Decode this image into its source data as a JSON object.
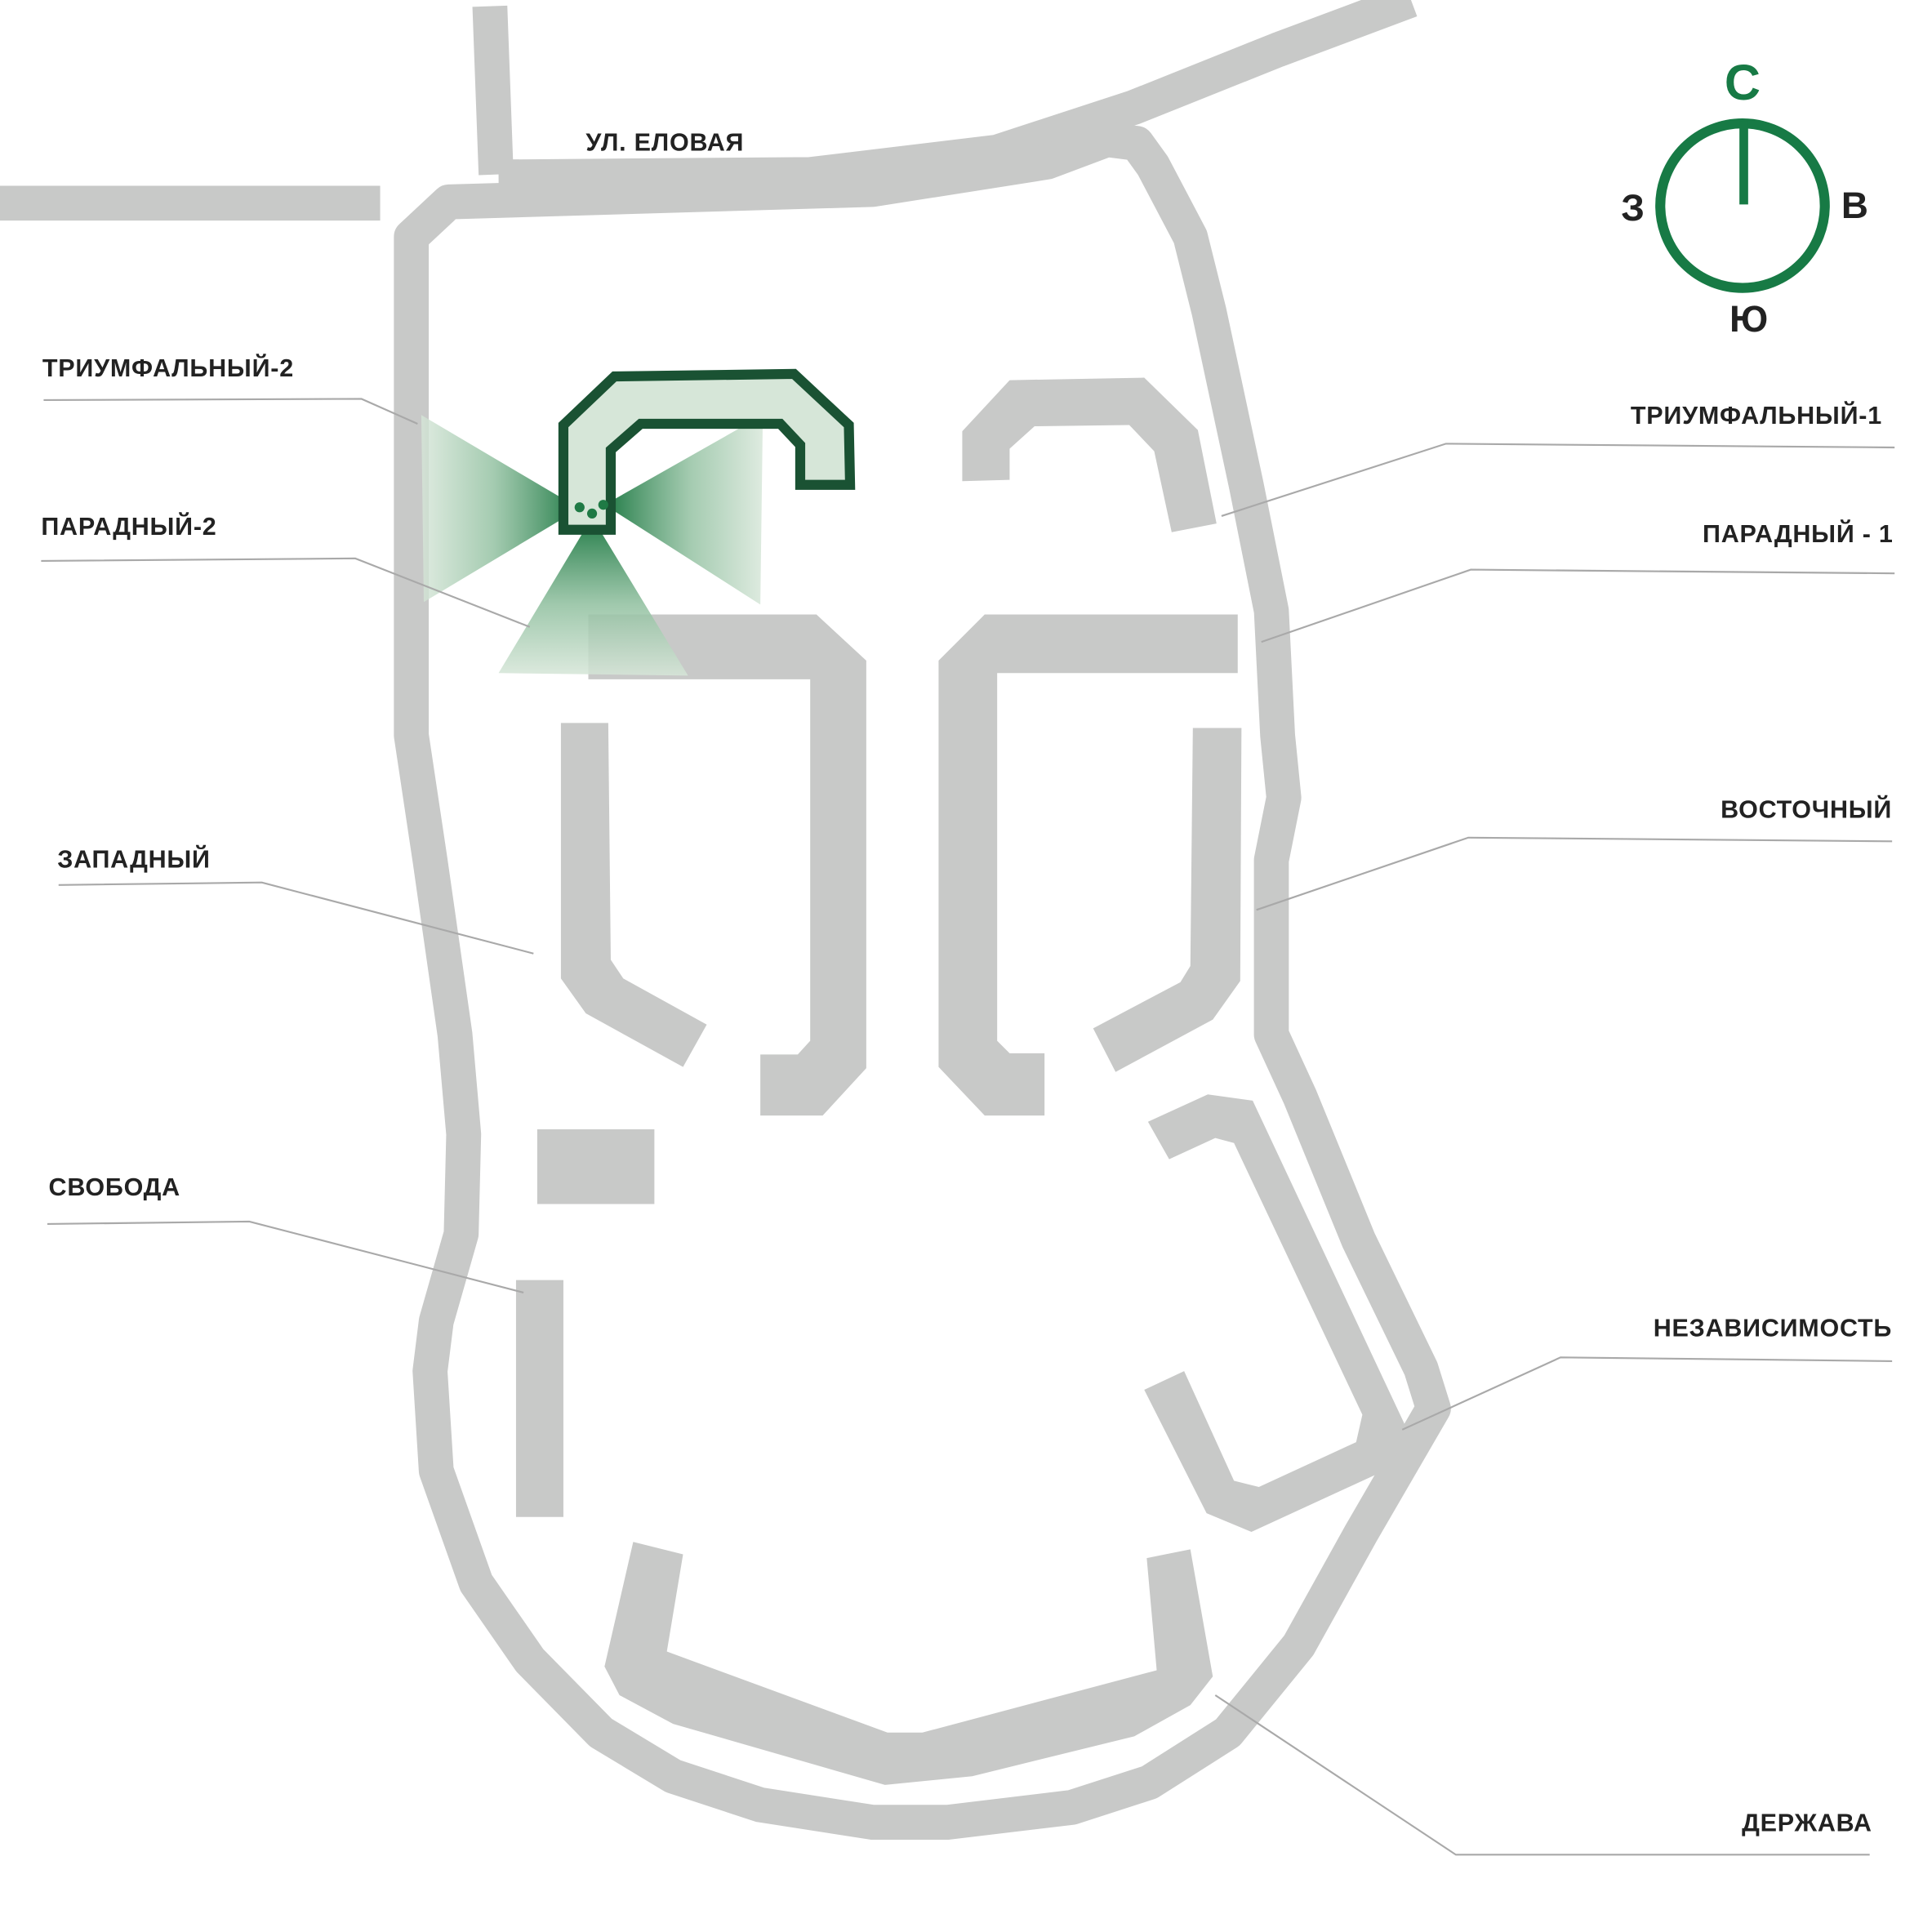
{
  "street": {
    "name": "УЛ. ЕЛОВАЯ"
  },
  "compass": {
    "north": "С",
    "south": "Ю",
    "west": "З",
    "east": "В",
    "color": "#177a45"
  },
  "colors": {
    "buildings": "#c8c9c8",
    "highlight_stroke": "#1a5233",
    "highlight_fill": "#d6e6d8",
    "leader": "#a9a9a9"
  },
  "labels": {
    "triumfalny2": "ТРИУМФАЛЬНЫЙ-2",
    "paradny2": "ПАРАДНЫЙ-2",
    "zapadny": "ЗАПАДНЫЙ",
    "svoboda": "СВОБОДА",
    "triumfalny1": "ТРИУМФАЛЬНЫЙ-1",
    "paradny1": "ПАРАДНЫЙ - 1",
    "vostochny": "ВОСТОЧНЫЙ",
    "nezavisimost": "НЕЗАВИСИМОСТЬ",
    "derzhava": "ДЕРЖАВА"
  }
}
